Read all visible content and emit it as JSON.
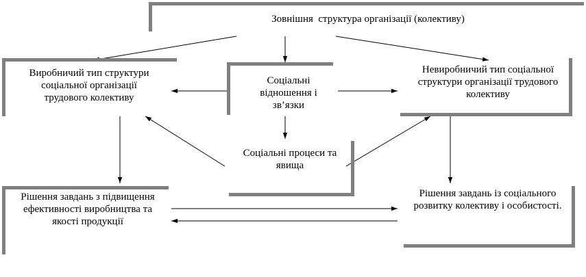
{
  "diagram": {
    "nodes": {
      "external_structure": "Зовнішня  структура організації (колективу)",
      "productive_type": "Виробничий тип структури соціальної організації трудового колективу",
      "social_relations": "Соціальні відношення і зв’язки",
      "non_productive_type": "Невиробничий тип соціальної структури організації трудового колективу",
      "social_processes": "Соціальні процеси та явища",
      "production_tasks": "Рішення завдань з підвищення ефективності виробництва та якості продукції",
      "social_tasks": "Рішення завдань із соціального розвитку колективу і особистості."
    },
    "edges": [
      [
        "external_structure",
        "productive_type"
      ],
      [
        "external_structure",
        "social_relations"
      ],
      [
        "external_structure",
        "non_productive_type"
      ],
      [
        "social_relations",
        "productive_type"
      ],
      [
        "social_relations",
        "non_productive_type"
      ],
      [
        "social_relations",
        "social_processes"
      ],
      [
        "social_processes",
        "productive_type"
      ],
      [
        "social_processes",
        "non_productive_type"
      ],
      [
        "productive_type",
        "production_tasks"
      ],
      [
        "non_productive_type",
        "social_tasks"
      ],
      [
        "production_tasks",
        "social_tasks"
      ],
      [
        "social_tasks",
        "production_tasks"
      ]
    ]
  }
}
